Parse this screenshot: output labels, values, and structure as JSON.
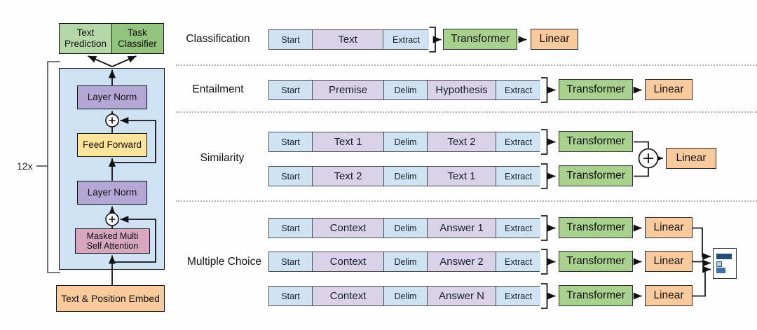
{
  "model": {
    "repeat_label": "12x",
    "text_prediction": "Text Prediction",
    "task_classifier": "Task Classifier",
    "layer_norm_top": "Layer Norm",
    "feed_forward": "Feed Forward",
    "layer_norm_bottom": "Layer Norm",
    "attention_line1": "Masked Multi",
    "attention_line2": "Self Attention",
    "embed": "Text & Position Embed"
  },
  "tasks": {
    "classification": {
      "label": "Classification",
      "cells": [
        "Start",
        "Text",
        "Extract"
      ],
      "transformer": "Transformer",
      "linear": "Linear"
    },
    "entailment": {
      "label": "Entailment",
      "cells": [
        "Start",
        "Premise",
        "Delim",
        "Hypothesis",
        "Extract"
      ],
      "transformer": "Transformer",
      "linear": "Linear"
    },
    "similarity": {
      "label": "Similarity",
      "rows": [
        {
          "cells": [
            "Start",
            "Text 1",
            "Delim",
            "Text 2",
            "Extract"
          ],
          "transformer": "Transformer"
        },
        {
          "cells": [
            "Start",
            "Text 2",
            "Delim",
            "Text 1",
            "Extract"
          ],
          "transformer": "Transformer"
        }
      ],
      "linear": "Linear"
    },
    "multiple_choice": {
      "label": "Multiple Choice",
      "rows": [
        {
          "cells": [
            "Start",
            "Context",
            "Delim",
            "Answer 1",
            "Extract"
          ],
          "transformer": "Transformer",
          "linear": "Linear"
        },
        {
          "cells": [
            "Start",
            "Context",
            "Delim",
            "Answer 2",
            "Extract"
          ],
          "transformer": "Transformer",
          "linear": "Linear"
        },
        {
          "cells": [
            "Start",
            "Context",
            "Delim",
            "Answer N",
            "Extract"
          ],
          "transformer": "Transformer",
          "linear": "Linear"
        }
      ]
    }
  },
  "icons": {
    "residual_add": "plus-circle",
    "similarity_sum": "plus-circle",
    "answer_scores": "bar-chart"
  },
  "colors": {
    "token_special_fill": "#cfe2f3",
    "token_field_fill": "#d9d2e9",
    "transformer_fill": "#a9d18e",
    "linear_fill": "#f9cb9c",
    "text_prediction_fill": "#b6d7a8",
    "task_classifier_fill": "#93c47d",
    "layer_norm_fill": "#b4a7d6",
    "feed_forward_fill": "#ffe599",
    "attention_fill": "#d5a6bd",
    "embed_fill": "#f9cb9c",
    "container_fill": "#cfe2f3",
    "score_bar_colors": [
      "#1f4e79",
      "#b9cde5",
      "#3f6ea8"
    ]
  }
}
